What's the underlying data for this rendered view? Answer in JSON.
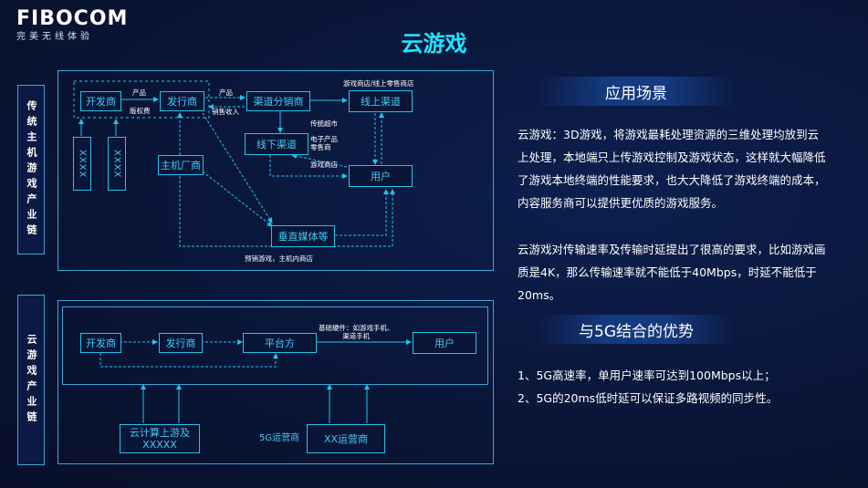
{
  "logo": {
    "word": "FIBOCOM",
    "sub": "完美无线体验"
  },
  "title": "云游戏",
  "side_labels": {
    "traditional": "传统主机游戏产业链",
    "cloud": "云游戏产业链"
  },
  "traditional": {
    "developer": "开发商",
    "publisher": "发行商",
    "channel_dist": "渠道分销商",
    "online_channel": "线上渠道",
    "offline_channel": "线下渠道",
    "user": "用户",
    "console_maker": "主机厂商",
    "vertical_media": "垂直媒体等",
    "xxx1": "XXXX",
    "xxx2": "XXXX",
    "lbl_product1": "产品",
    "lbl_royalty": "版权费",
    "lbl_product2": "产品",
    "lbl_sales": "销售收入",
    "lbl_game_stores": "游戏商店/线上零售商店",
    "lbl_supermarket": "传统超市",
    "lbl_electronics": "电子产品\n零售商",
    "lbl_game_shop": "游戏商店",
    "lbl_preinstall": "预销游戏，主机内商店"
  },
  "cloud": {
    "developer": "开发商",
    "publisher": "发行商",
    "platform": "平台方",
    "user": "用户",
    "lbl_hardware": "基础硬件：如游戏手机、\n渠道手机",
    "cloud_upstream": "云计算上游及\nXXXXX",
    "operator_5g": "5G运营商",
    "xx_operator": "XX运营商"
  },
  "right": {
    "scenario_title": "应用场景",
    "scenario_p1": "云游戏：3D游戏，将游戏最耗处理资源的三维处理均放到云上处理，本地端只上传游戏控制及游戏状态，这样就大幅降低了游戏本地终端的性能要求，也大大降低了游戏终端的成本，内容服务商可以提供更优质的游戏服务。",
    "scenario_p2": "云游戏对传输速率及传输时延提出了很高的要求，比如游戏画质是4K，那么传输速率就不能低于40Mbps，时延不能低于20ms。",
    "advantage_title": "与5G结合的优势",
    "advantage_1": "1、5G高速率，单用户速率可达到100Mbps以上；",
    "advantage_2": "2、5G的20ms低时延可以保证多路视频的同步性。"
  },
  "colors": {
    "accent": "#1ee3ff",
    "node_border": "#21c4ea",
    "panel_border": "#3aa7d8",
    "background": "#0a1638"
  }
}
